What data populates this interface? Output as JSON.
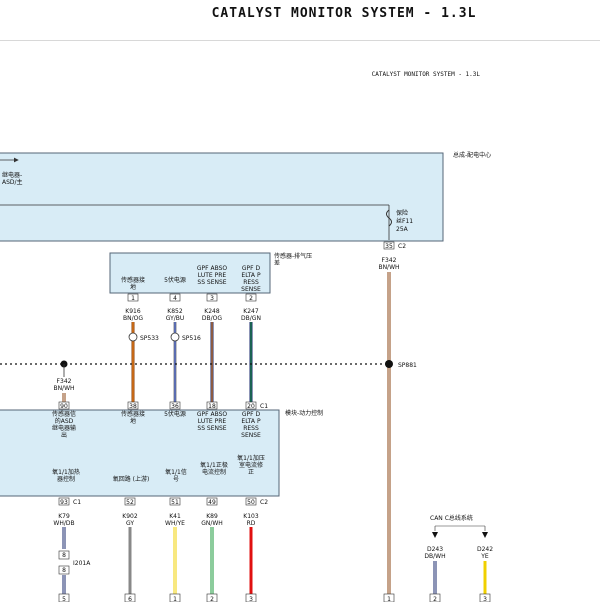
{
  "page": {
    "title": "CATALYST MONITOR SYSTEM - 1.3L",
    "subtitle": "CATALYST MONITOR SYSTEM - 1.3L"
  },
  "colors": {
    "module_fill": "#d8ecf6",
    "module_stroke": "#556677",
    "BN_WH": [
      "#8b4513",
      "#ffffff"
    ],
    "BN_OG": [
      "#8b4513",
      "#ff8c1a"
    ],
    "GY_BU": [
      "#888888",
      "#2b4fd6"
    ],
    "DB_OG": [
      "#1a2a6c",
      "#ff8c1a"
    ],
    "DB_GN": [
      "#1a2a6c",
      "#1a9a3a"
    ],
    "WH_DB": [
      "#ffffff",
      "#1a2a6c"
    ],
    "GY": [
      "#888888",
      "#888888"
    ],
    "WH_YE": [
      "#ffffff",
      "#f0d000"
    ],
    "GN_WH": [
      "#1a9a3a",
      "#ffffff"
    ],
    "RD": [
      "#e01010",
      "#e01010"
    ],
    "DB_WH": [
      "#1a2a6c",
      "#ffffff"
    ],
    "YE": [
      "#f0d000",
      "#f0d000"
    ]
  },
  "pdc": {
    "label": "总成-配电中心",
    "relay_label_1": "继电器-",
    "relay_label_2": "ASD/主",
    "fuse_label_1": "保险",
    "fuse_label_2": "丝F11",
    "fuse_label_3": "25A",
    "pin": "35",
    "conn": "C2"
  },
  "sensor": {
    "label_1": "传感器-排气压",
    "label_2": "差",
    "pins": [
      {
        "pin": "1",
        "desc": [
          "传感器接",
          "地"
        ],
        "circuit": "K916",
        "color": "BN/OG"
      },
      {
        "pin": "4",
        "desc": [
          "5伏电源"
        ],
        "circuit": "K852",
        "color": "GY/BU"
      },
      {
        "pin": "3",
        "desc": [
          "GPF ABSO",
          "LUTE PRE",
          "SS SENSE"
        ],
        "circuit": "K248",
        "color": "DB/OG"
      },
      {
        "pin": "2",
        "desc": [
          "GPF D",
          "ELTA P",
          "RESS",
          "SENSE"
        ],
        "circuit": "K247",
        "color": "DB/GN"
      }
    ]
  },
  "splices": {
    "sp533": "SP533",
    "sp516": "SP516",
    "sp881": "SP881"
  },
  "left_feed": {
    "circuit": "F342",
    "color": "BN/WH"
  },
  "right_feed": {
    "circuit": "F342",
    "color": "BN/WH"
  },
  "pcm": {
    "label": "模块-动力控制",
    "conn_top": "C1",
    "conn_bottom_left": "C1",
    "conn_bottom_right": "C2",
    "top_pins": [
      {
        "pin": "90",
        "desc": [
          "传感器信",
          "的ASD",
          "继电器输",
          "出"
        ]
      },
      {
        "pin": "38",
        "desc": [
          "传感器接",
          "地"
        ]
      },
      {
        "pin": "36",
        "desc": [
          "5伏电源"
        ]
      },
      {
        "pin": "18",
        "desc": [
          "GPF ABSO",
          "LUTE PRE",
          "SS SENSE"
        ]
      },
      {
        "pin": "20",
        "desc": [
          "GPF D",
          "ELTA P",
          "RESS",
          "SENSE"
        ]
      }
    ],
    "bottom_pins": [
      {
        "pin": "93",
        "desc": [
          "氧1/1加热",
          "器控制"
        ],
        "circuit": "K79",
        "color": "WH/DB"
      },
      {
        "pin": "52",
        "desc": [
          "氧回路 (上游)"
        ],
        "circuit": "K902",
        "color": "GY"
      },
      {
        "pin": "51",
        "desc": [
          "氧1/1信",
          "号"
        ],
        "circuit": "K41",
        "color": "WH/YE"
      },
      {
        "pin": "49",
        "desc": [
          "氧1/1正极",
          "电流控制"
        ],
        "circuit": "K89",
        "color": "GN/WH"
      },
      {
        "pin": "50",
        "desc": [
          "氧1/1加压",
          "室电流修",
          "正"
        ],
        "circuit": "K103",
        "color": "RD"
      }
    ]
  },
  "inline_connector": {
    "label": "I201A",
    "pin_top": "8",
    "pin_bottom": "8"
  },
  "can": {
    "label": "CAN C总线系统",
    "wires": [
      {
        "circuit": "D243",
        "color": "DB/WH"
      },
      {
        "circuit": "D242",
        "color": "YE"
      }
    ]
  },
  "page_refs": [
    "5",
    "6",
    "1",
    "2",
    "3",
    "1",
    "2",
    "3"
  ]
}
